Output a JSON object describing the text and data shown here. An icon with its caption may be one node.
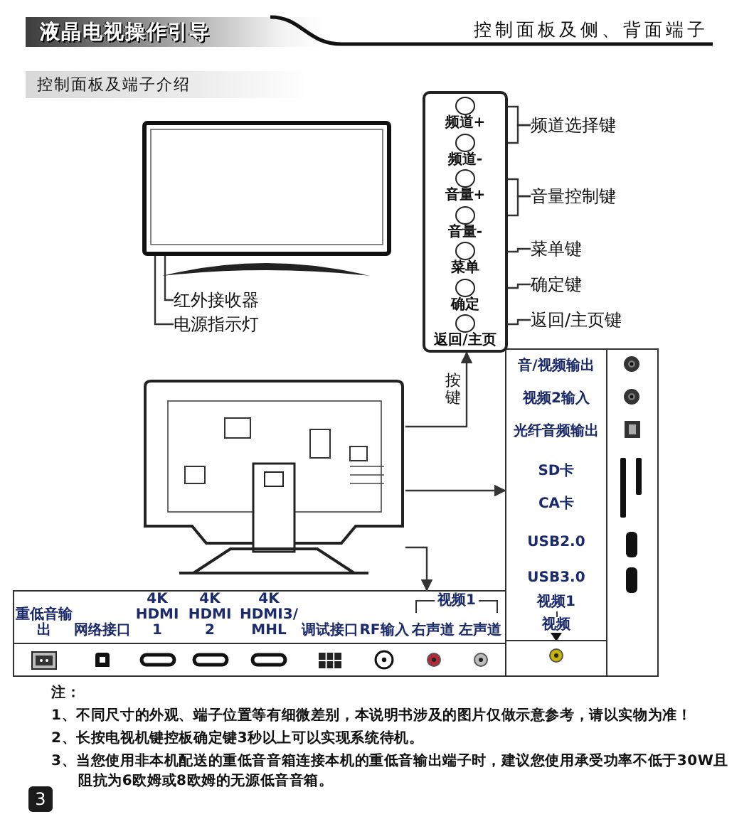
{
  "diagram": {
    "title": "液晶电视操作引导",
    "nodes": [
      {
        "text": [],
        "shape": "picture"
      },
      {
        "text": [],
        "shape": "box"
      },
      {
        "text": [
          "频道+"
        ],
        "in": 1
      },
      {
        "text": [
          "频道-"
        ],
        "in": 1
      },
      {
        "text": [
          "音量+"
        ],
        "in": 1
      },
      {
        "text": [
          "音量-"
        ],
        "in": 1
      },
      {
        "text": [
          "菜单"
        ],
        "in": 1
      },
      {
        "text": [
          "确定"
        ],
        "in": 1
      },
      {
        "text": [
          "返回/主页"
        ],
        "in": 1
      },
      {
        "text": [
          "频道选择键"
        ]
      },
      {
        "text": [
          "音量控制键"
        ]
      },
      {
        "text": [
          "菜单键"
        ]
      },
      {
        "text": [
          "确定键"
        ]
      },
      {
        "text": [
          "返回/主页键"
        ]
      },
      {
        "text": [
          "红外接收器"
        ]
      },
      {
        "text": [
          "电源指示灯"
        ]
      },
      {
        "text": [],
        "shape": "picture"
      },
      {
        "text": [
          "音/视频输出",
          "视频2输入",
          "光纤音频输出",
          "SD卡",
          "CA卡",
          "USB2.0",
          "USB3.0",
          "视频1",
          "视频"
        ]
      },
      {
        "text": [
          "重低音输出",
          "网络接口",
          "4K HDMI1",
          "4K HDMI2",
          "4K HDMI3/MHL",
          "调试接口",
          "RF输入",
          "视频1",
          "右声道",
          "左声道"
        ]
      }
    ],
    "edges": [
      {
        "from": 16,
        "to": 1,
        "arrow": "to",
        "label": "按键"
      },
      {
        "from": 16,
        "to": 17,
        "arrow": "to"
      },
      {
        "from": 16,
        "to": 18,
        "arrow": "to"
      },
      {
        "from": 9,
        "to": 2,
        "arrow": "none"
      },
      {
        "from": 9,
        "to": 3,
        "arrow": "none"
      },
      {
        "from": 10,
        "to": 4,
        "arrow": "none"
      },
      {
        "from": 10,
        "to": 5,
        "arrow": "none"
      },
      {
        "from": 11,
        "to": 6,
        "arrow": "none"
      },
      {
        "from": 12,
        "to": 7,
        "arrow": "none"
      },
      {
        "from": 13,
        "to": 8,
        "arrow": "none"
      },
      {
        "from": 14,
        "to": 0,
        "arrow": "none"
      },
      {
        "from": 15,
        "to": 0,
        "arrow": "none"
      }
    ],
    "labels": [
      "控制面板及侧、背面端子",
      "控制面板及端子介绍",
      "注：",
      "1、不同尺寸的外观、端子位置等有细微差别，本说明书涉及的图片仅做示意参考，请以实物为准！",
      "2、长按电视机键控板确定键3秒以上可以实现系统待机。",
      "3、当您使用非本机配送的重低音音箱连接本机的重低音输出端子时，建议您使用承受功率不低于30W且阻抗为6欧姆或8欧姆的无源低音音箱。",
      "3"
    ]
  }
}
